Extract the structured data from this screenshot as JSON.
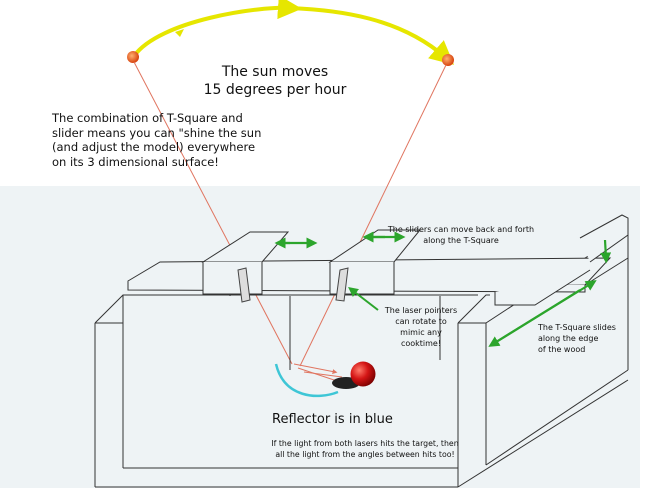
{
  "labels": {
    "title": "The sun moves\n15 degrees per hour",
    "intro": "The combination of T-Square and\nslider means you can \"shine the sun\n(and adjust the model)  everywhere\non its 3 dimensional surface!",
    "sliders_note": "The sliders can move back and forth\nalong the T-Square",
    "lasers_note": "The laser pointers\ncan rotate to\nmimic any\ncooktime!",
    "tsquare_note": "The T-Square slides\nalong the edge\nof the wood",
    "reflector": "Reflector is in blue",
    "footnote": "If the light from both lasers hits the target, then\nall the light from the angles between hits too!"
  },
  "colors": {
    "sun_arc": "#e6e600",
    "sun": "#e8541c",
    "ray": "#e07560",
    "arrow": "#2ca52c",
    "reflector": "#3ec6d6",
    "target": "#cc1111",
    "paper": "#eef3f5"
  }
}
